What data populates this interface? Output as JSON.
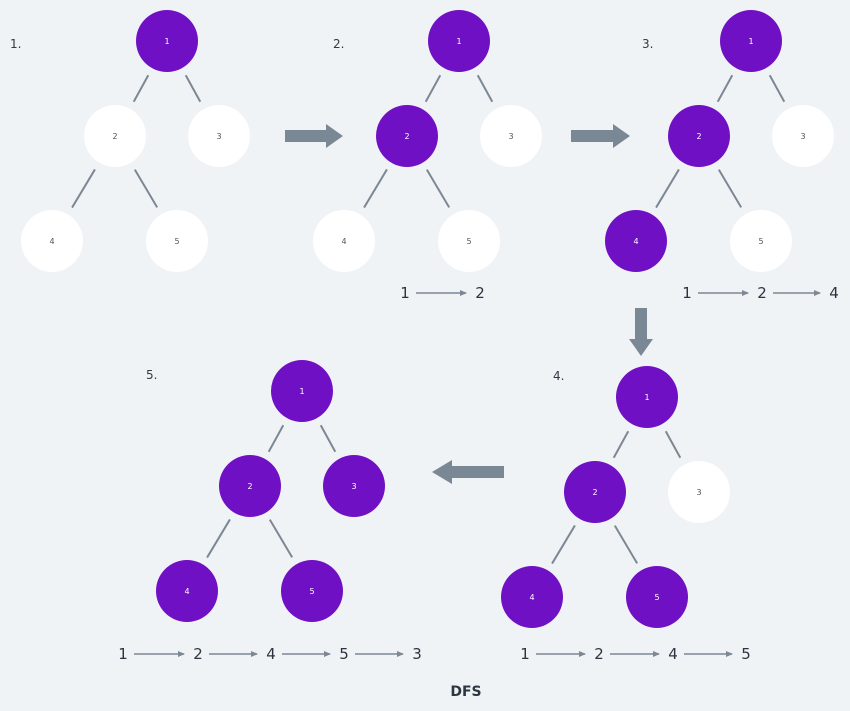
{
  "colors": {
    "background": "#f0f3f6",
    "visited": "#7010c4",
    "unvisited": "#ffffff",
    "edge": "#7c8894",
    "big_arrow": "#7a8896",
    "visited_text": "#ffffff",
    "unvisited_text": "#555555"
  },
  "caption": "DFS",
  "steps": [
    {
      "label": "1.",
      "visited": [
        "1"
      ],
      "sequence": []
    },
    {
      "label": "2.",
      "visited": [
        "1",
        "2"
      ],
      "sequence": [
        "1",
        "2"
      ]
    },
    {
      "label": "3.",
      "visited": [
        "1",
        "2",
        "4"
      ],
      "sequence": [
        "1",
        "2",
        "4"
      ]
    },
    {
      "label": "4.",
      "visited": [
        "1",
        "2",
        "4",
        "5"
      ],
      "sequence": [
        "1",
        "2",
        "4",
        "5"
      ]
    },
    {
      "label": "5.",
      "visited": [
        "1",
        "2",
        "4",
        "5",
        "3"
      ],
      "sequence": [
        "1",
        "2",
        "4",
        "5",
        "3"
      ]
    }
  ],
  "tree": {
    "nodes": [
      "1",
      "2",
      "3",
      "4",
      "5"
    ],
    "edges": [
      [
        "1",
        "2"
      ],
      [
        "1",
        "3"
      ],
      [
        "2",
        "4"
      ],
      [
        "2",
        "5"
      ]
    ]
  }
}
